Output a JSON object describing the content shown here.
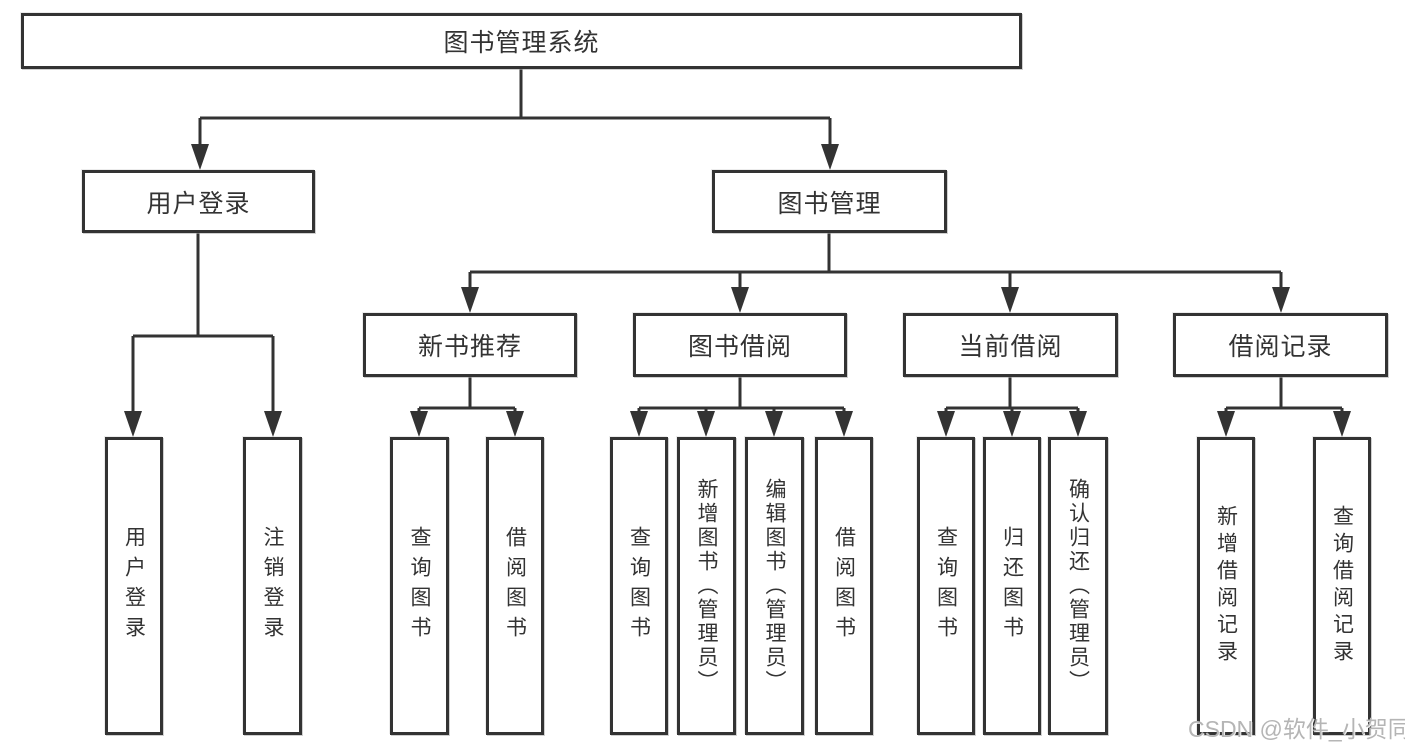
{
  "diagram": {
    "title": "图书管理系统",
    "tree": {
      "label": "图书管理系统",
      "children": [
        {
          "label": "用户登录",
          "children": [
            {
              "label": "用户登录"
            },
            {
              "label": "注销登录"
            }
          ]
        },
        {
          "label": "图书管理",
          "children": [
            {
              "label": "新书推荐",
              "children": [
                {
                  "label": "查询图书"
                },
                {
                  "label": "借阅图书"
                }
              ]
            },
            {
              "label": "图书借阅",
              "children": [
                {
                  "label": "查询图书"
                },
                {
                  "label": "新增图书（管理员）"
                },
                {
                  "label": "编辑图书（管理员）"
                },
                {
                  "label": "借阅图书"
                }
              ]
            },
            {
              "label": "当前借阅",
              "children": [
                {
                  "label": "查询图书"
                },
                {
                  "label": "归还图书"
                },
                {
                  "label": "确认归还（管理员）"
                }
              ]
            },
            {
              "label": "借阅记录",
              "children": [
                {
                  "label": "新增借阅记录"
                },
                {
                  "label": "查询借阅记录"
                }
              ]
            }
          ]
        }
      ]
    },
    "colors": {
      "line": "#333333",
      "background": "#ffffff",
      "watermark": "#b5b5b5"
    },
    "watermark": "CSDN @软件_小贺同学"
  }
}
